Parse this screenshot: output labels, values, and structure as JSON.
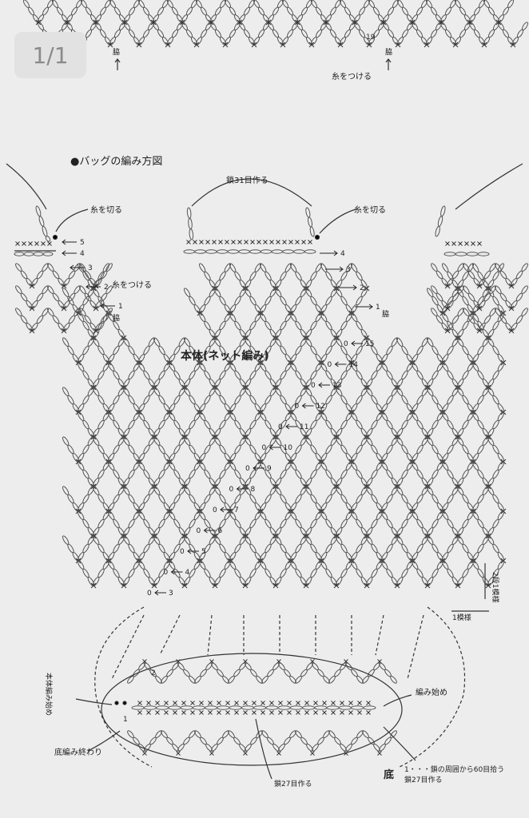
{
  "viewer": {
    "page_indicator": "1/1"
  },
  "diagram": {
    "title": "●バッグの編み方図",
    "body_label": "本体(ネット編み)",
    "chain_handle_label": "鎖31目作る",
    "cut_yarn_left": "糸を切る",
    "cut_yarn_right": "糸を切る",
    "attach_yarn_left": "糸をつける",
    "attach_yarn_top": "糸をつける",
    "side_label": "脇",
    "top_row_marker": "19",
    "left_strap_rows": [
      "5",
      "4",
      "3",
      "2",
      "1"
    ],
    "right_strap_rows": [
      "4",
      "3",
      "2",
      "1"
    ],
    "body_rows": [
      "15",
      "14",
      "13",
      "12",
      "11",
      "10",
      "9",
      "8",
      "7",
      "6",
      "5",
      "4",
      "3"
    ],
    "repeat_rows_label": "2段1模様",
    "repeat_stitch_label": "1模様",
    "bottom": {
      "title": "底",
      "body_start_label": "本体編み始め",
      "start_label": "編み始め",
      "bottom_end_label": "底編み終わり",
      "chain_label": "鎖27目作る",
      "row1_note": "1・・・鎖の周囲から60目拾う",
      "row1_note2": "鎖27目作る",
      "row_markers": [
        "2",
        "1"
      ]
    }
  }
}
